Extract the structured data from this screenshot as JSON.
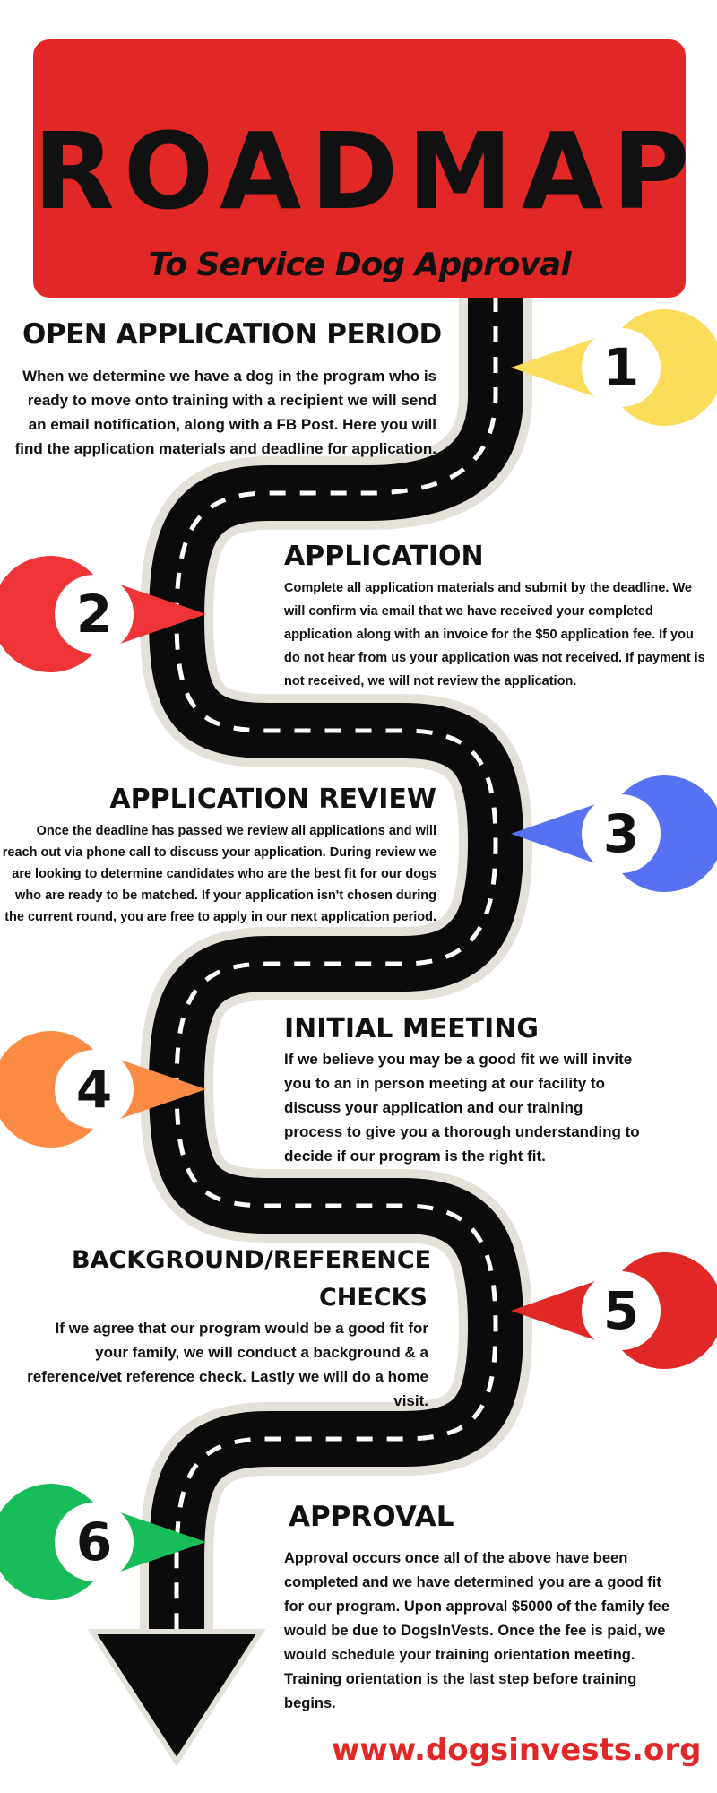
{
  "banner": {
    "title": "ROADMAP",
    "subtitle": "To Service Dog Approval"
  },
  "colors": {
    "banner": "#e12827",
    "road": "#0b0b0b",
    "road_edge": "#e4e0da",
    "dash": "#ffffff",
    "marker_1": "#fbdc5b",
    "marker_2": "#ee3436",
    "marker_3": "#5672f3",
    "marker_4": "#fb8a45",
    "marker_5": "#e12827",
    "marker_6": "#18bd5a",
    "website": "#e12827"
  },
  "steps": [
    {
      "number": "1",
      "title": "OPEN APPLICATION PERIOD",
      "text": "When we determine we have a dog in the program who is ready to move onto training with a recipient we will send an email notification, along with a FB Post.  Here you will find the application materials and deadline for application."
    },
    {
      "number": "2",
      "title": "APPLICATION",
      "text": "Complete all application materials and submit by the deadline.  We will confirm via email that we have received your completed application along with an invoice for the $50 application fee. If you do not hear from us your application was not received.   If payment is not received, we will not review the application."
    },
    {
      "number": "3",
      "title": "APPLICATION REVIEW",
      "text": "Once the deadline has passed we review all applications and will reach out via phone call to discuss your application. During review we are looking to determine candidates who  are the best fit  for our dogs who are ready to be matched.  If your application isn't chosen during the current round, you are free to apply in our next application period."
    },
    {
      "number": "4",
      "title": "INITIAL MEETING",
      "text": "If we believe you may be a good fit we will invite you to an in person meeting at our facility to discuss your application and our training process to give you a thorough understanding to decide if our program is the right fit."
    },
    {
      "number": "5",
      "title": "BACKGROUND/REFERENCE CHECKS",
      "text": "If we agree that our program would be a good fit for your family, we will conduct a background & a reference/vet reference check.  Lastly we will do a home visit."
    },
    {
      "number": "6",
      "title": "APPROVAL",
      "text": "Approval occurs once all of the above have been completed and we have determined you are a good fit for our program.  Upon approval $5000 of the family fee would be due to DogsInVests.  Once the fee is paid, we would schedule your training orientation meeting.  Training orientation is the last step before training begins."
    }
  ],
  "footer": {
    "website": "www.dogsinvests.org"
  }
}
